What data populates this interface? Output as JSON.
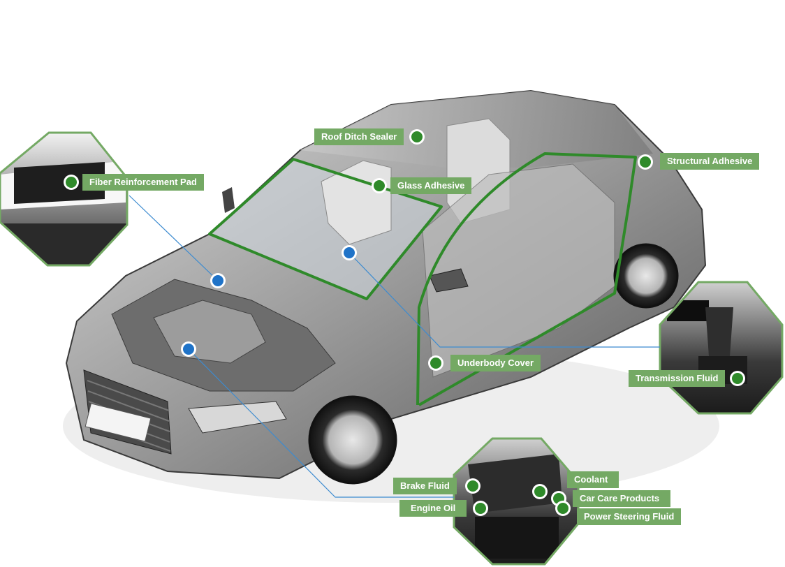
{
  "colors": {
    "label_bg": "#74a964",
    "marker_green": "#2f8a2a",
    "marker_blue": "#1f73c8",
    "outline_green": "#2f8a2a",
    "leader_blue": "#3c8bd0"
  },
  "icons": {
    "green_marker": "green-dot-marker-icon",
    "blue_marker": "blue-dot-marker-icon"
  },
  "labels": {
    "fiber_reinforcement_pad": "Fiber Reinforcement Pad",
    "roof_ditch_sealer": "Roof Ditch Sealer",
    "glass_adhesive": "Glass Adhesive",
    "structural_adhesive": "Structural Adhesive",
    "underbody_cover": "Underbody Cover",
    "transmission_fluid": "Transmission Fluid",
    "brake_fluid": "Brake Fluid",
    "engine_oil": "Engine Oil",
    "coolant": "Coolant",
    "car_care_products": "Car Care Products",
    "power_steering_fluid": "Power Steering Fluid"
  }
}
